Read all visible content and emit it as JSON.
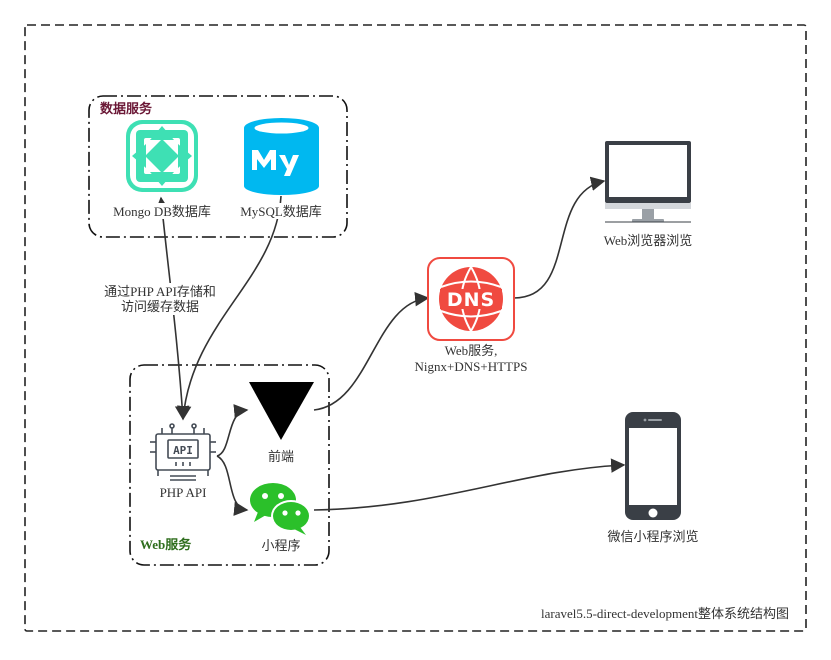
{
  "diagram": {
    "caption": "laravel5.5-direct-development整体系统结构图",
    "groups": {
      "data_services": {
        "title": "数据服务"
      },
      "web_services": {
        "title": "Web服务"
      }
    },
    "nodes": {
      "mongodb": {
        "label": "Mongo DB数据库",
        "icon": "mongodb-icon",
        "color": "#3ee0b4"
      },
      "mysql": {
        "label": "MySQL数据库",
        "icon": "mysql-icon",
        "color": "#00b8f0"
      },
      "php_api": {
        "label": "PHP API",
        "icon": "api-chip-icon",
        "color": "#444b55"
      },
      "frontend": {
        "label": "前端",
        "icon": "vue-v-icon",
        "color": "#000000"
      },
      "miniprogram": {
        "label": "小程序",
        "icon": "wechat-icon",
        "color": "#2bc02a"
      },
      "dns": {
        "label_line1": "Web服务,",
        "label_line2": "Nignx+DNS+HTTPS",
        "icon": "dns-icon",
        "color": "#f04a40"
      },
      "web_browser": {
        "label": "Web浏览器浏览",
        "icon": "monitor-icon",
        "color": "#3a3f46"
      },
      "wechat_mini_browse": {
        "label": "微信小程序浏览",
        "icon": "smartphone-icon",
        "color": "#3a3f46"
      }
    },
    "edge_labels": {
      "api_storage_line1": "通过PHP API存储和",
      "api_storage_line2": "访问缓存数据"
    },
    "edges": [
      {
        "from": "php_api",
        "to": "mongodb",
        "bidirectional": true
      },
      {
        "from": "mysql",
        "to": "php_api"
      },
      {
        "from": "php_api",
        "to": "frontend"
      },
      {
        "from": "php_api",
        "to": "miniprogram"
      },
      {
        "from": "frontend",
        "to": "dns"
      },
      {
        "from": "dns",
        "to": "web_browser"
      },
      {
        "from": "miniprogram",
        "to": "wechat_mini_browse"
      }
    ]
  }
}
